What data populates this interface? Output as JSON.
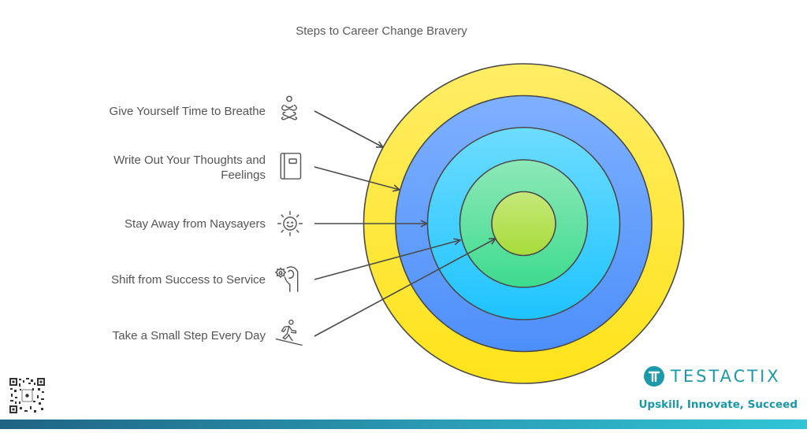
{
  "title": "Steps to Career Change Bravery",
  "steps": [
    {
      "label_lines": [
        "Give Yourself Time to Breathe"
      ],
      "icon": "meditation-icon",
      "target_ring": "outer-ring"
    },
    {
      "label_lines": [
        "Write Out Your Thoughts and",
        "Feelings"
      ],
      "icon": "journal-icon",
      "target_ring": "ring-2"
    },
    {
      "label_lines": [
        "Stay Away from Naysayers"
      ],
      "icon": "smiling-sun-icon",
      "target_ring": "ring-3"
    },
    {
      "label_lines": [
        "Shift from Success to Service"
      ],
      "icon": "hand-gear-icon",
      "target_ring": "ring-4"
    },
    {
      "label_lines": [
        "Take a Small Step Every Day"
      ],
      "icon": "walking-uphill-icon",
      "target_ring": "center"
    }
  ],
  "rings": [
    {
      "name": "outer-ring",
      "color_top": "#ffed66",
      "color_bottom": "#ffe31a"
    },
    {
      "name": "ring-2",
      "color_top": "#7eb0ff",
      "color_bottom": "#4d8ffa"
    },
    {
      "name": "ring-3",
      "color_top": "#6ddcff",
      "color_bottom": "#1ec3ff"
    },
    {
      "name": "ring-4",
      "color_top": "#8ee8b8",
      "color_bottom": "#3ddb8e"
    },
    {
      "name": "center",
      "color_top": "#c6e87a",
      "color_bottom": "#a6dc3a"
    }
  ],
  "brand": {
    "name": "TESTACTIX",
    "logo_glyph": "T",
    "tagline": "Upskill, Innovate, Succeed",
    "color": "#1b9aab"
  },
  "footer_bar": {
    "color_start": "#1f6384",
    "color_end": "#31c5d7"
  }
}
